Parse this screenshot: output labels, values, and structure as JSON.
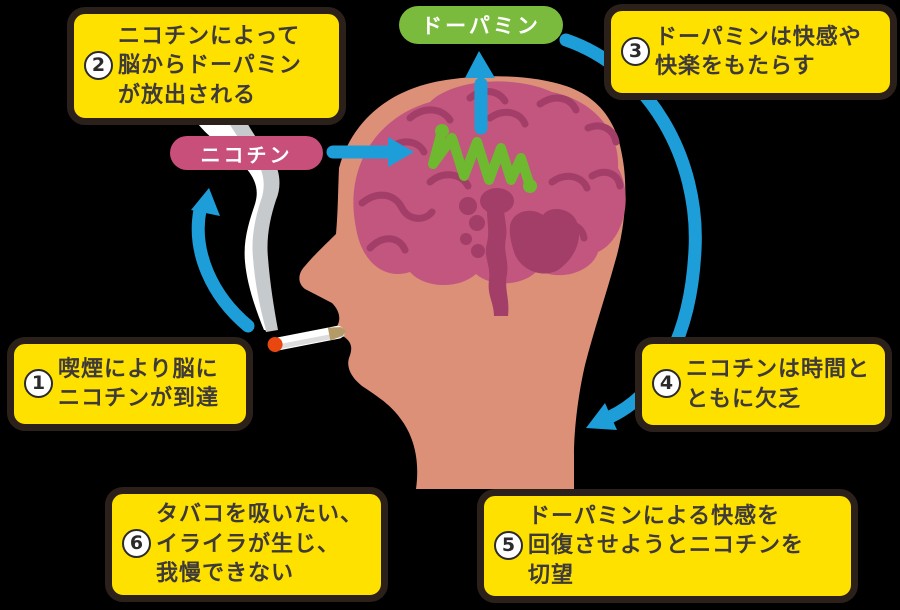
{
  "badges": {
    "dopamine": {
      "label": "ドーパミン",
      "bg": "#7abb3e"
    },
    "nicotine": {
      "label": "ニコチン",
      "bg": "#c94f7b"
    }
  },
  "steps": [
    {
      "number": "1",
      "lines": [
        "喫煙により脳に",
        "ニコチンが到達"
      ]
    },
    {
      "number": "2",
      "lines": [
        "ニコチンによって",
        "脳からドーパミン",
        "が放出される"
      ]
    },
    {
      "number": "3",
      "lines": [
        "ドーパミンは快感や",
        "快楽をもたらす"
      ]
    },
    {
      "number": "4",
      "lines": [
        "ニコチンは時間と",
        "ともに欠乏"
      ]
    },
    {
      "number": "5",
      "lines": [
        "ドーパミンによる快感を",
        "回復させようとニコチンを",
        "切望"
      ]
    },
    {
      "number": "6",
      "lines": [
        "タバコを吸いたい、",
        "イライラが生じ、",
        "我慢できない"
      ]
    }
  ],
  "colors": {
    "background": "#000000",
    "box_fill": "#ffe100",
    "box_border": "#2b211a",
    "text": "#3e3a39",
    "arrow_blue": "#1e9ed9",
    "head_skin": "#dc9078",
    "brain": "#c2567f",
    "brain_dark": "#a23e68",
    "zigzag_green": "#6eb92f",
    "smoke_white": "#ffffff",
    "smoke_gray": "#c7cacc",
    "cigarette_filter": "#b39a67",
    "ember_red": "#e84710"
  }
}
